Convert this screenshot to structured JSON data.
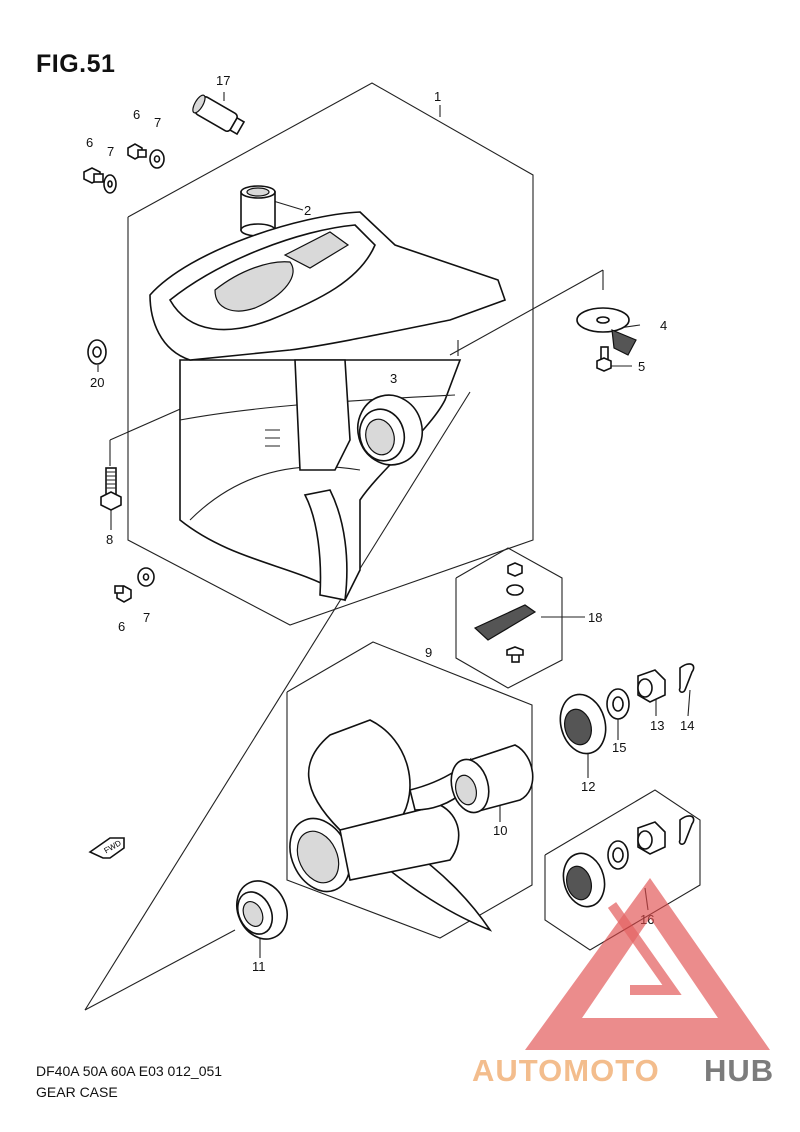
{
  "figure": {
    "title": "FIG.51"
  },
  "footer": {
    "model_code": "DF40A 50A 60A E03 012_051",
    "section_name": "GEAR CASE"
  },
  "watermark": {
    "part1": "AUTOMOTO",
    "part2": "HUB",
    "color_light": "#f2b27a",
    "color_dark": "#666666",
    "logo_color": "#e04b4b"
  },
  "fwd_arrow": {
    "label": "FWD"
  },
  "callouts": {
    "p1": "1",
    "p2": "2",
    "p3": "3",
    "p4": "4",
    "p5": "5",
    "p6a": "6",
    "p6b": "6",
    "p6c": "6",
    "p7a": "7",
    "p7b": "7",
    "p7c": "7",
    "p8": "8",
    "p9": "9",
    "p10": "10",
    "p11": "11",
    "p12": "12",
    "p13": "13",
    "p14": "14",
    "p15": "15",
    "p16": "16",
    "p17": "17",
    "p18": "18",
    "p20": "20"
  }
}
